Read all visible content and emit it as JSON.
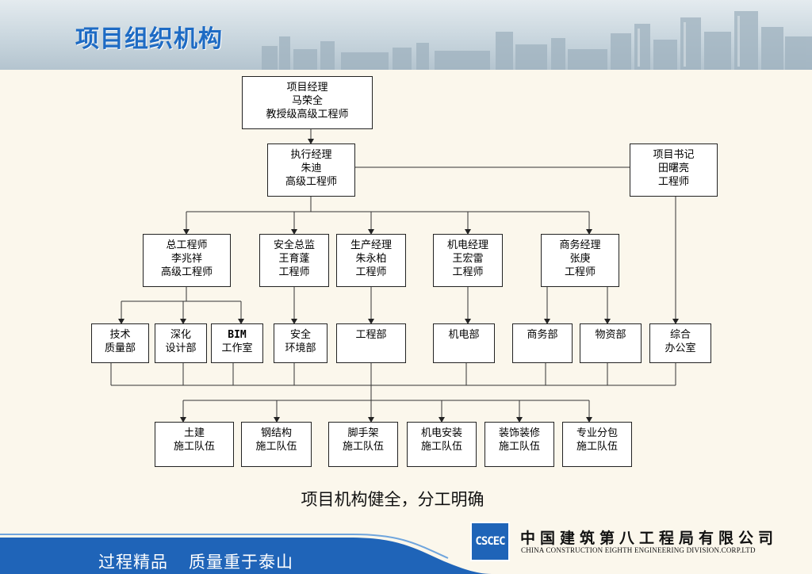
{
  "title": "项目组织机构",
  "caption": "项目机构健全，分工明确",
  "slogan": [
    "过程精品",
    "质量重于泰山"
  ],
  "company": {
    "name_cn": "中国建筑第八工程局有限公司",
    "name_en": "CHINA CONSTRUCTION EIGHTH ENGINEERING DIVISION.CORP.LTD",
    "logo_text": "CSCEC"
  },
  "colors": {
    "title": "#1e6bc4",
    "footer_blue": "#1f64b8",
    "background": "#fbf7ec"
  },
  "org_chart": {
    "nodes": [
      {
        "id": "pm",
        "lines": [
          "项目经理",
          "马荣全",
          "教授级高级工程师"
        ]
      },
      {
        "id": "exec",
        "lines": [
          "执行经理",
          "朱迪",
          "高级工程师"
        ]
      },
      {
        "id": "secretary",
        "lines": [
          "项目书记",
          "田曙亮",
          "工程师"
        ]
      },
      {
        "id": "chief_eng",
        "lines": [
          "总工程师",
          "李兆祥",
          "高级工程师"
        ]
      },
      {
        "id": "safety_dir",
        "lines": [
          "安全总监",
          "王育蓬",
          "工程师"
        ]
      },
      {
        "id": "prod_mgr",
        "lines": [
          "生产经理",
          "朱永柏",
          "工程师"
        ]
      },
      {
        "id": "me_mgr",
        "lines": [
          "机电经理",
          "王宏雷",
          "工程师"
        ]
      },
      {
        "id": "biz_mgr",
        "lines": [
          "商务经理",
          "张庚",
          "工程师"
        ]
      },
      {
        "id": "tech_dept",
        "lines": [
          "技术",
          "质量部"
        ]
      },
      {
        "id": "design_dept",
        "lines": [
          "深化",
          "设计部"
        ]
      },
      {
        "id": "bim_dept",
        "lines": [
          "BIM",
          "工作室"
        ]
      },
      {
        "id": "safety_dept",
        "lines": [
          "安全",
          "环境部"
        ]
      },
      {
        "id": "eng_dept",
        "lines": [
          "工程部"
        ]
      },
      {
        "id": "me_dept",
        "lines": [
          "机电部"
        ]
      },
      {
        "id": "biz_dept",
        "lines": [
          "商务部"
        ]
      },
      {
        "id": "material_dept",
        "lines": [
          "物资部"
        ]
      },
      {
        "id": "admin_dept",
        "lines": [
          "综合",
          "办公室"
        ]
      },
      {
        "id": "civil_team",
        "lines": [
          "土建",
          "施工队伍"
        ]
      },
      {
        "id": "steel_team",
        "lines": [
          "钢结构",
          "施工队伍"
        ]
      },
      {
        "id": "scaffold_team",
        "lines": [
          "脚手架",
          "施工队伍"
        ]
      },
      {
        "id": "me_install_team",
        "lines": [
          "机电安装",
          "施工队伍"
        ]
      },
      {
        "id": "decor_team",
        "lines": [
          "装饰装修",
          "施工队伍"
        ]
      },
      {
        "id": "sub_team",
        "lines": [
          "专业分包",
          "施工队伍"
        ]
      }
    ],
    "edges": [
      [
        "pm",
        "exec"
      ],
      [
        "exec",
        "secretary"
      ],
      [
        "exec",
        "chief_eng"
      ],
      [
        "exec",
        "safety_dir"
      ],
      [
        "exec",
        "prod_mgr"
      ],
      [
        "exec",
        "me_mgr"
      ],
      [
        "exec",
        "biz_mgr"
      ],
      [
        "secretary",
        "admin_dept"
      ],
      [
        "chief_eng",
        "tech_dept"
      ],
      [
        "chief_eng",
        "design_dept"
      ],
      [
        "chief_eng",
        "bim_dept"
      ],
      [
        "safety_dir",
        "safety_dept"
      ],
      [
        "prod_mgr",
        "eng_dept"
      ],
      [
        "me_mgr",
        "me_dept"
      ],
      [
        "biz_mgr",
        "biz_dept"
      ],
      [
        "biz_mgr",
        "material_dept"
      ],
      [
        "departments",
        "civil_team"
      ],
      [
        "departments",
        "steel_team"
      ],
      [
        "departments",
        "scaffold_team"
      ],
      [
        "departments",
        "me_install_team"
      ],
      [
        "departments",
        "decor_team"
      ],
      [
        "departments",
        "sub_team"
      ]
    ]
  }
}
